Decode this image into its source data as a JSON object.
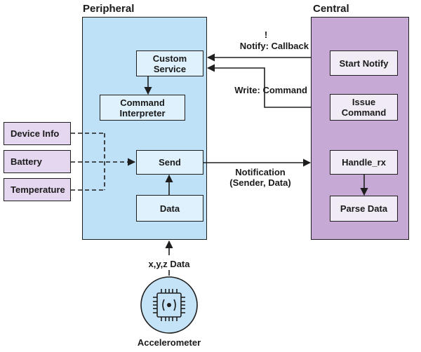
{
  "peripheral": {
    "title": "Peripheral",
    "custom_service": "Custom\nService",
    "command_interpreter": "Command\nInterpreter",
    "send": "Send",
    "data": "Data"
  },
  "central": {
    "title": "Central",
    "start_notify": "Start Notify",
    "issue_command": "Issue\nCommand",
    "handle_rx": "Handle_rx",
    "parse_data": "Parse Data"
  },
  "sources": {
    "device_info": "Device Info",
    "battery": "Battery",
    "temperature": "Temperature"
  },
  "edges": {
    "notify_callback_mark": "!",
    "notify_callback": "Notify: Callback",
    "write_command": "Write: Command",
    "notification": "Notification\n(Sender, Data)",
    "xyz_data": "x,y,z Data"
  },
  "accelerometer": {
    "label": "Accelerometer"
  },
  "colors": {
    "peripheral_fill": "#bfe1f7",
    "peripheral_box": "#def1fc",
    "central_fill": "#c7a9d6",
    "central_box": "#f1ebf5",
    "source_box": "#e5d7ef",
    "sensor_fill": "#c5e3f6",
    "line": "#1e1e1e"
  },
  "icons": {
    "sensor": "chip-icon"
  }
}
